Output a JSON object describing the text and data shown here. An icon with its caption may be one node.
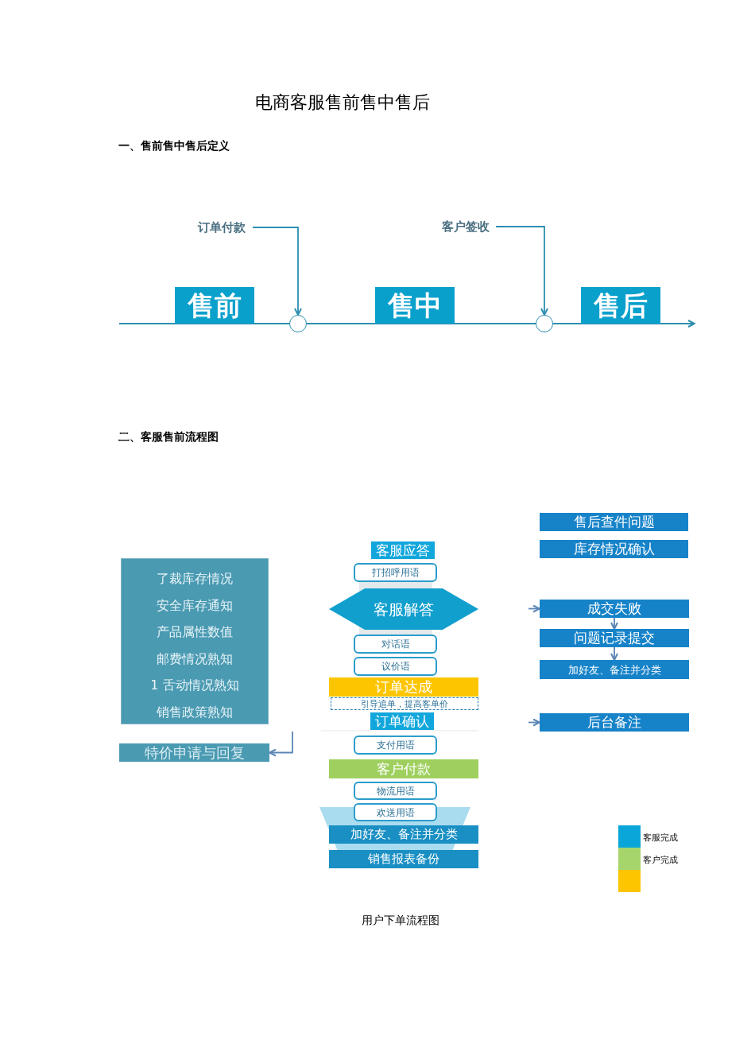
{
  "diagram": {
    "title": "电商客服售前售中售后",
    "nodes": [
      {
        "text": [
          "售前"
        ]
      },
      {
        "text": [],
        "shape": "circle"
      },
      {
        "text": [
          "售中"
        ]
      },
      {
        "text": [],
        "shape": "circle"
      },
      {
        "text": [
          "售后"
        ]
      },
      {
        "text": [
          "订单付款"
        ]
      },
      {
        "text": [
          "客户签收"
        ]
      },
      {
        "text": [
          "了裁库存情况",
          "安全库存通知",
          "产品属性数值",
          "邮费情况熟知",
          "1 舌动情况熟知",
          "销售政策熟知"
        ]
      },
      {
        "text": [
          "特价申请与回复"
        ]
      },
      {
        "text": [
          "客服应答"
        ]
      },
      {
        "text": [
          "打招呼用语"
        ]
      },
      {
        "text": [
          "客服解答"
        ]
      },
      {
        "text": [
          "对话语"
        ]
      },
      {
        "text": [
          "议价语"
        ]
      },
      {
        "text": [
          "订单达成"
        ]
      },
      {
        "text": [
          "引导追单，提高客单价"
        ]
      },
      {
        "text": [
          "订单确认"
        ]
      },
      {
        "text": [
          "支付用语"
        ]
      },
      {
        "text": [
          "客户付款"
        ]
      },
      {
        "text": [
          "物流用语"
        ]
      },
      {
        "text": [
          "欢送用语"
        ]
      },
      {
        "text": [
          "加好友、备注并分类"
        ]
      },
      {
        "text": [
          "销售报表备份"
        ]
      },
      {
        "text": [
          "售后查件问题"
        ]
      },
      {
        "text": [
          "库存情况确认"
        ]
      },
      {
        "text": [
          "成交失败"
        ]
      },
      {
        "text": [
          "问题记录提交"
        ]
      },
      {
        "text": [
          "加好友、备注并分类"
        ]
      },
      {
        "text": [
          "后台备注"
        ]
      }
    ],
    "edges": [
      {
        "from": null,
        "to": 1,
        "arrow": "none"
      },
      {
        "from": 1,
        "to": 3,
        "arrow": "none"
      },
      {
        "from": 3,
        "to": null,
        "arrow": "to"
      },
      {
        "from": 5,
        "to": 1,
        "arrow": "to"
      },
      {
        "from": 6,
        "to": 3,
        "arrow": "to"
      },
      {
        "from": null,
        "to": 8,
        "arrow": "to"
      },
      {
        "from": null,
        "to": 25,
        "arrow": "to"
      },
      {
        "from": 25,
        "to": 26,
        "arrow": "to"
      },
      {
        "from": 26,
        "to": 27,
        "arrow": "to"
      },
      {
        "from": null,
        "to": 28,
        "arrow": "to"
      }
    ],
    "labels": [
      "一、售前售中售后定义",
      "二、客服售前流程图"
    ],
    "caption": "用户下单流程图",
    "legend": [
      {
        "text": "客服完成",
        "color": "#0aa6da"
      },
      {
        "text": "客户完成",
        "color": "#a6d56c"
      }
    ]
  }
}
